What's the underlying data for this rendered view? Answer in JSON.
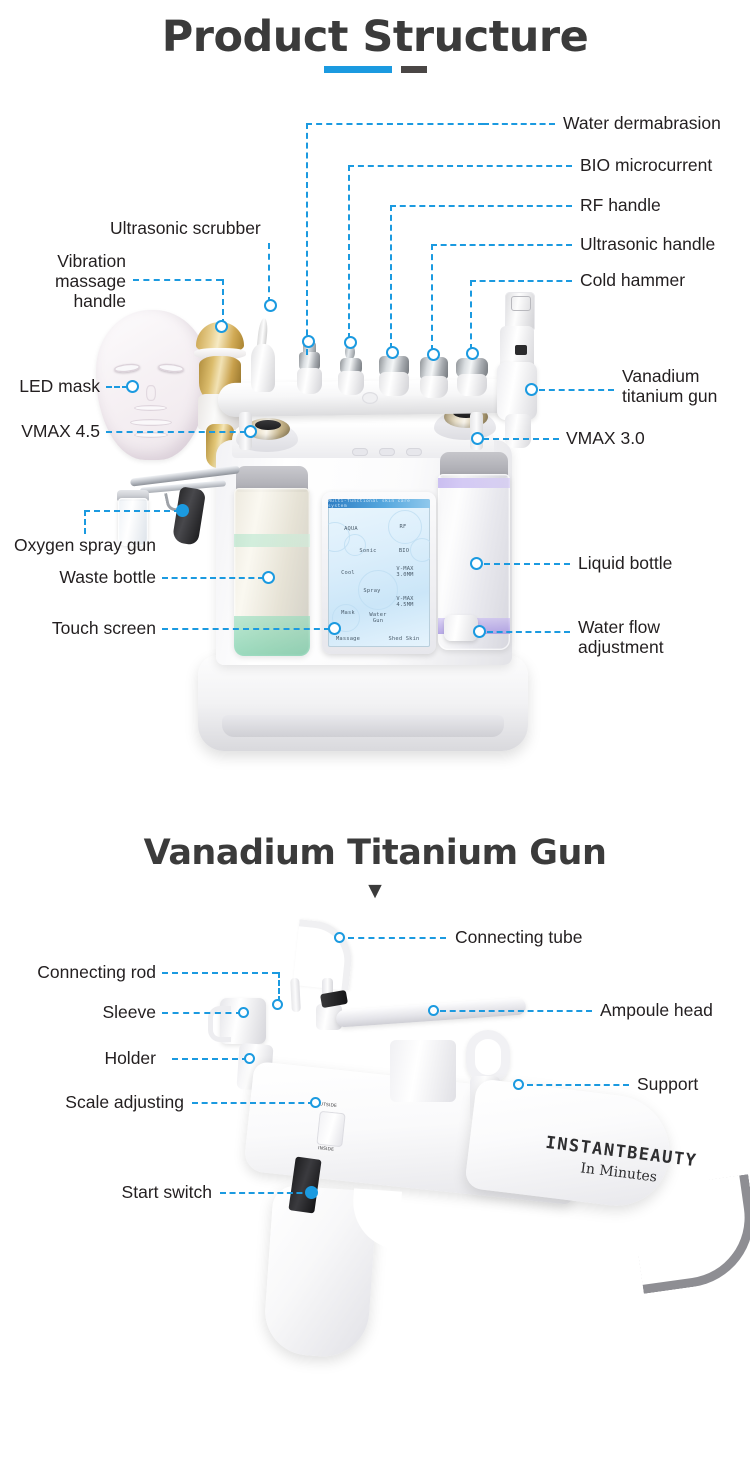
{
  "sections": [
    {
      "id": "product-structure",
      "title": "Product Structure",
      "accent_blue": "#1b9ae0",
      "accent_gray": "#4a4645"
    },
    {
      "id": "vanadium-titanium-gun",
      "title": "Vanadium Titanium Gun",
      "arrow": "▼"
    }
  ],
  "product_callouts": {
    "water_dermabrasion": "Water dermabrasion",
    "bio_microcurrent": "BIO microcurrent",
    "rf_handle": "RF handle",
    "ultrasonic_handle": "Ultrasonic handle",
    "cold_hammer": "Cold hammer",
    "ultrasonic_scrubber": "Ultrasonic scrubber",
    "vibration_massage_handle_l1": "Vibration",
    "vibration_massage_handle_l2": "massage",
    "vibration_massage_handle_l3": "handle",
    "led_mask": "LED mask",
    "vmax_45": "VMAX 4.5",
    "oxygen_spray_gun": "Oxygen spray gun",
    "waste_bottle": "Waste bottle",
    "touch_screen": "Touch screen",
    "vanadium_titanium_gun_l1": "Vanadium",
    "vanadium_titanium_gun_l2": "titanium gun",
    "vmax_30": "VMAX 3.0",
    "liquid_bottle": "Liquid bottle",
    "water_flow_adjustment_l1": "Water flow",
    "water_flow_adjustment_l2": "adjustment"
  },
  "gun_callouts": {
    "connecting_tube": "Connecting tube",
    "connecting_rod": "Connecting rod",
    "sleeve": "Sleeve",
    "holder": "Holder",
    "scale_adjusting": "Scale adjusting",
    "ampoule_head": "Ampoule head",
    "support": "Support",
    "start_switch": "Start switch"
  },
  "touch_screen": {
    "header": "Multi-functional skin care system",
    "menu": [
      "AQUA",
      "RF",
      "Sonic",
      "BIO",
      "Cool",
      "V-MAX\n3.0MM",
      "Spray",
      "V-MAX\n4.5MM",
      "Mask",
      "Water\nGun",
      "Massage",
      "Shed Skin"
    ]
  },
  "gun_markings": {
    "brand": "INSTANTBEAUTY",
    "tagline": "In Minutes",
    "scale_outside": "OUTSIDE",
    "scale_inside": "INSIDE"
  }
}
